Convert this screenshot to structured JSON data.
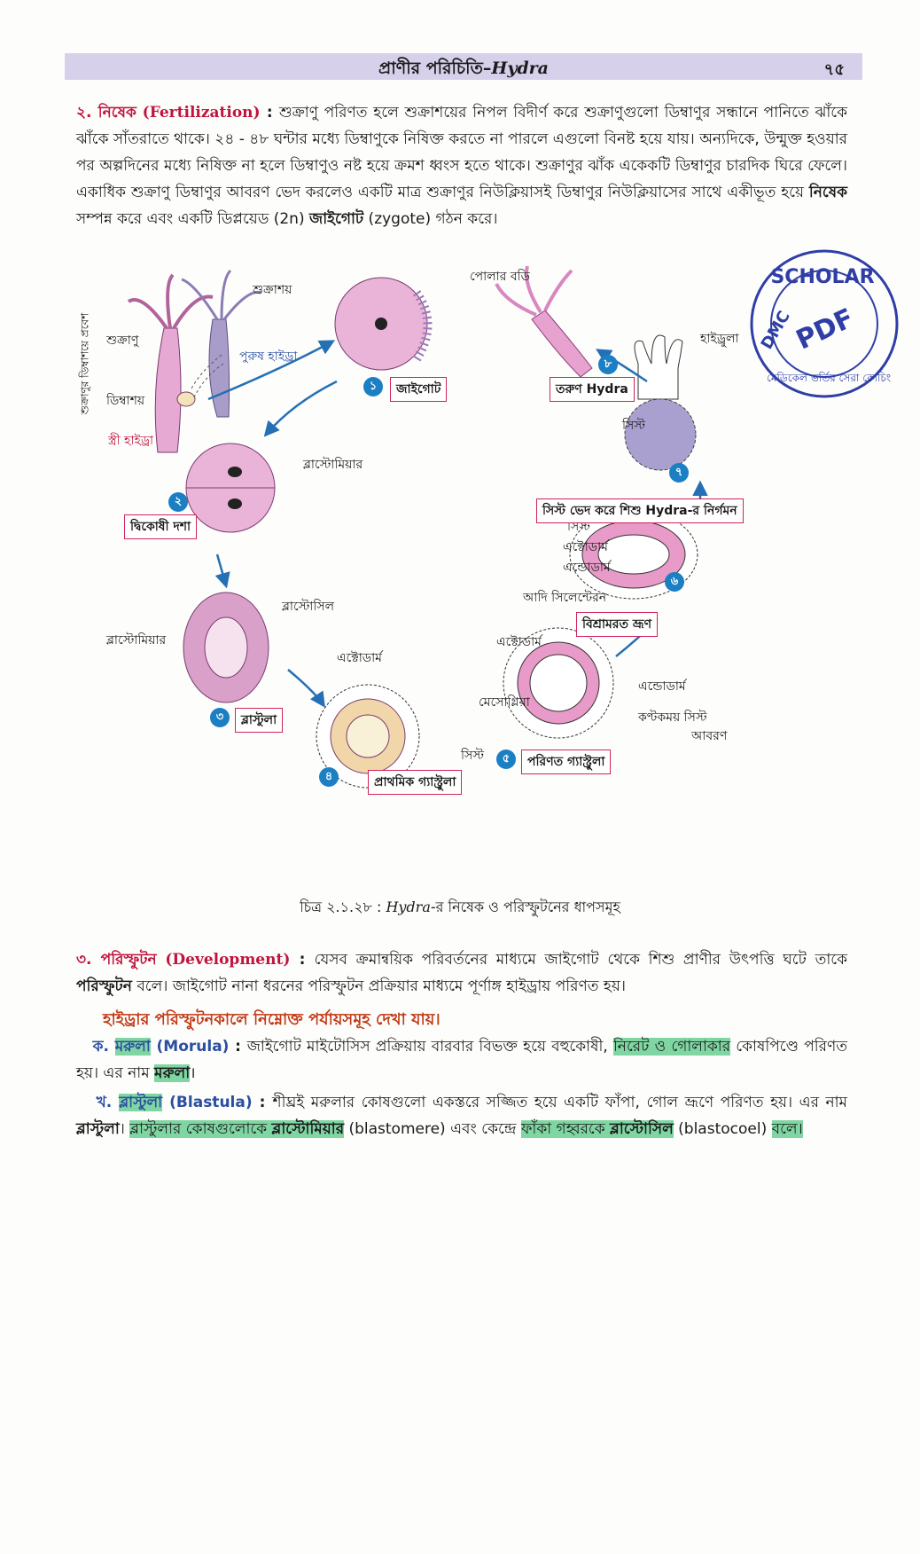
{
  "header": {
    "title_bn": "প্রাণীর পরিচিতি–",
    "title_en": "Hydra",
    "page_number": "৭৫"
  },
  "fertilization": {
    "heading_bn": "২. নিষেক",
    "heading_en": "(Fertilization)",
    "sep": " : ",
    "text1": "শুক্রাণু পরিণত হলে শুক্রাশয়ের নিপল বিদীর্ণ করে শুক্রাণুগুলো ডিম্বাণুর সন্ধানে পানিতে ঝাঁকে ঝাঁকে সাঁতরাতে থাকে। ২৪ - ৪৮ ঘন্টার মধ্যে ডিম্বাণুকে নিষিক্ত করতে না পারলে এগুলো বিনষ্ট হয়ে যায়। অন্যদিকে, উন্মুক্ত হওয়ার পর অল্পদিনের মধ্যে নিষিক্ত না হলে ডিম্বাণুও নষ্ট হয়ে ক্রমশ ধ্বংস হতে থাকে। শুক্রাণুর ঝাঁক একেকটি ডিম্বাণুর চারদিক ঘিরে ফেলে। একাধিক শুক্রাণু ডিম্বাণুর আবরণ ভেদ করলেও একটি মাত্র শুক্রাণুর নিউক্লিয়াসই ডিম্বাণুর নিউক্লিয়াসের সাথে একীভূত হয়ে ",
    "bold1": "নিষেক",
    "text2": " সম্পন্ন করে এবং একটি ডিপ্লয়েড (2n) ",
    "bold2": "জাইগোট",
    "text3": " (zygote) গঠন করে।"
  },
  "figure": {
    "labels": {
      "testis": "শুক্রাশয়",
      "sperm": "শুক্রাণু",
      "male_hydra": "পুরুষ হাইড্রা",
      "ovary": "ডিম্বাশয়",
      "female_hydra": "স্ত্রী হাইড্রা",
      "sperm_entry": "শুক্রাণুর ডিম্বাশয়ে প্রবেশ",
      "polar_body": "পোলার বডি",
      "blastomere": "ব্লাস্টোমিয়ার",
      "blastocoel": "ব্লাস্টোসিল",
      "blastomere2": "ব্লাস্টোমিয়ার",
      "ectoderm": "এক্টোডার্ম",
      "cyst": "সিস্ট",
      "hydra_label": "হাইড্রুলা",
      "cyst2": "সিস্ট",
      "cyst3": "সিস্ট",
      "ectoderm2": "এক্টোডার্ম",
      "endoderm": "এন্ডোডার্ম",
      "primitive_coelenteron": "আদি সিলেন্টেরন",
      "ectoderm3": "এক্টোডার্ম",
      "mesoglea": "মেসোগ্লিয়া",
      "endoderm2": "এন্ডোডার্ম",
      "spiny_cyst": "কণ্টকময় সিস্ট",
      "cover": "আবরণ"
    },
    "stages": [
      {
        "num": "১",
        "label": "জাইগোট"
      },
      {
        "num": "২",
        "label": "দ্বিকোষী দশা"
      },
      {
        "num": "৩",
        "label": "ব্লাস্টুলা"
      },
      {
        "num": "৪",
        "label": "প্রাথমিক গ্যাস্ট্রুলা"
      },
      {
        "num": "৫",
        "label": "পরিণত গ্যাস্ট্রুলা"
      },
      {
        "num": "৬",
        "label": "বিশ্রামরত ভ্রূণ"
      },
      {
        "num": "৭",
        "label": "সিস্ট ভেদ করে শিশু Hydra-র নির্গমন"
      },
      {
        "num": "৮",
        "label": "তরুণ Hydra"
      }
    ],
    "caption_prefix": "চিত্র ২.১.২৮ : ",
    "caption_en": "Hydra",
    "caption_suffix": "-র নিষেক ও পরিস্ফুটনের ধাপসমূহ"
  },
  "stamp": {
    "top": "SCHOLAR",
    "left": "DMC",
    "center": "PDF",
    "bottom": "মেডিকেল ভর্তির সেরা কোচিং"
  },
  "development": {
    "heading_bn": "৩. পরিস্ফুটন",
    "heading_en": "(Development)",
    "sep": " : ",
    "text1": "যেসব ক্রমান্বয়িক পরিবর্তনের মাধ্যমে জাইগোট থেকে শিশু প্রাণীর উৎপত্তি ঘটে তাকে ",
    "bold1": "পরিস্ফুটন",
    "text2": " বলে। জাইগোট নানা ধরনের পরিস্ফুটন প্রক্রিয়ার মাধ্যমে পূর্ণাঙ্গ হাইড্রায় পরিণত হয়।"
  },
  "subheading": "হাইড্রার পরিস্ফুটনকালে নিম্নোক্ত পর্যায়সমূহ দেখা যায়।",
  "morula": {
    "prefix": "ক. ",
    "term": "মরুলা",
    "en": " (Morula)",
    "sep": " : ",
    "text1": "জাইগোট মাইটোসিস প্রক্রিয়ায় বারবার বিভক্ত হয়ে বহুকোষী, ",
    "hl1": "নিরেট ও গোলাকার",
    "text2": " কোষপিণ্ডে পরিণত হয়। এর নাম ",
    "bold1": "মরুলা",
    "text3": "।"
  },
  "blastula": {
    "prefix": "খ. ",
    "term": "ব্লাস্টুলা",
    "en": " (Blastula)",
    "sep": " : ",
    "text1": "শীঘ্রই মরুলার কোষগুলো একস্তরে সজ্জিত হয়ে একটি ফাঁপা, গোল ভ্রূণে পরিণত হয়। এর নাম ",
    "bold1": "ব্লাস্টুলা",
    "text2": "। ",
    "hl1": "ব্লাস্টুলার কোষগুলোকে ",
    "hl1b": "ব্লাস্টোমিয়ার",
    "text3": " (blastomere) এবং কেন্দ্রে ",
    "hl2": "ফাঁকা গহ্বরকে ",
    "hl2b": "ব্লাস্টোসিল",
    "text4": " (blastocoel) ",
    "hl3": "বলে।"
  }
}
